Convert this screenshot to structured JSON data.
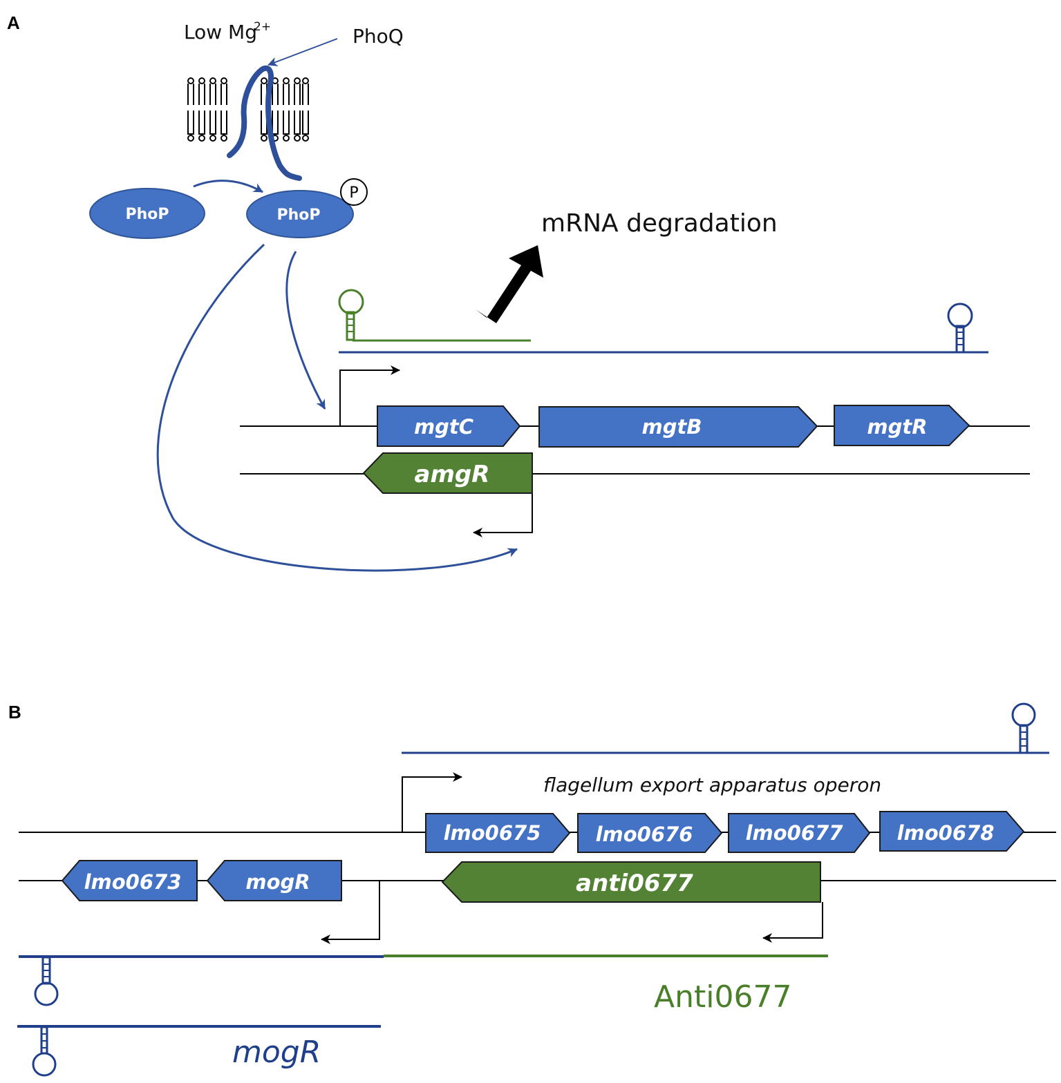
{
  "colors": {
    "gene_blue": "#4472c4",
    "gene_green": "#548235",
    "rna_blue": "#1f3f8a",
    "rna_green": "#4a7f2a",
    "arrow_blue": "#2e4f99",
    "black": "#000000"
  },
  "panel_a": {
    "label": "A",
    "signal": "Low Mg",
    "signal_sup": "2+",
    "sensor": "PhoQ",
    "regulator": "PhoP",
    "regulator_phosphorylated": "PhoP",
    "phospho_tag": "P",
    "degradation": "mRNA degradation",
    "sense_genes": [
      {
        "name": "mgtC",
        "direction": "forward"
      },
      {
        "name": "mgtB",
        "direction": "forward"
      },
      {
        "name": "mgtR",
        "direction": "forward"
      }
    ],
    "antisense_gene": {
      "name": "amgR",
      "direction": "reverse"
    }
  },
  "panel_b": {
    "label": "B",
    "operon_label": "flagellum export apparatus operon",
    "sense_genes": [
      {
        "name": "lmo0675",
        "direction": "forward"
      },
      {
        "name": "lmo0676",
        "direction": "forward"
      },
      {
        "name": "lmo0677",
        "direction": "forward"
      },
      {
        "name": "lmo0678",
        "direction": "forward"
      }
    ],
    "reverse_genes": [
      {
        "name": "lmo0673",
        "direction": "reverse"
      },
      {
        "name": "mogR",
        "direction": "reverse"
      }
    ],
    "antisense_gene": {
      "name": "anti0677",
      "direction": "reverse"
    },
    "transcripts": [
      {
        "name": "Anti0677",
        "color": "green"
      },
      {
        "name": "mogR",
        "color": "blue"
      }
    ]
  }
}
